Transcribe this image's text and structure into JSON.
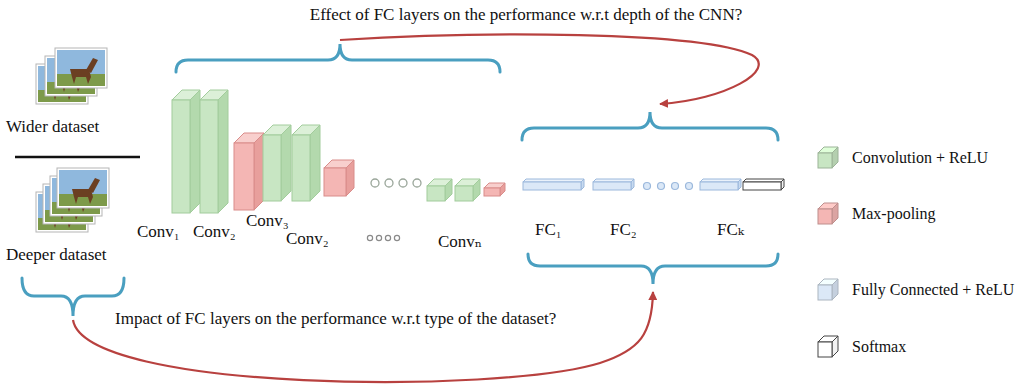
{
  "diagram": {
    "labels": [
      "Effect of FC layers on the performance w.r.t depth of the CNN?",
      "Wider dataset",
      "Conv₁",
      "Conv₂",
      "Conv₃",
      "Conv₂",
      "Convₙ",
      "FC₁",
      "FC₂",
      "FCₖ",
      "Deeper dataset",
      "Impact of FC layers on the performance w.r.t type of the dataset?"
    ],
    "legend": [
      {
        "text": "Convolution + ReLU",
        "color": "#c8e6c3"
      },
      {
        "text": "Max-pooling",
        "color": "#f4b6b4"
      },
      {
        "text": "Fully Connected + ReLU",
        "color": "#dbe8f7"
      },
      {
        "text": "Softmax"
      }
    ]
  }
}
